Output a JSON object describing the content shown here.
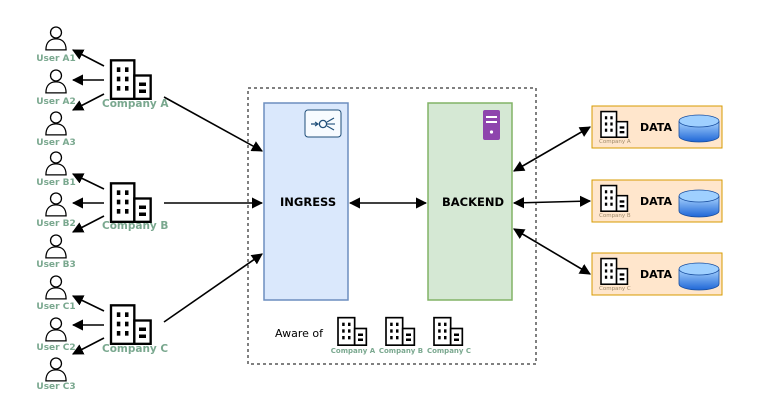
{
  "users": [
    {
      "label": "User A1"
    },
    {
      "label": "User A2"
    },
    {
      "label": "User A3"
    },
    {
      "label": "User B1"
    },
    {
      "label": "User B2"
    },
    {
      "label": "User B3"
    },
    {
      "label": "User C1"
    },
    {
      "label": "User C2"
    },
    {
      "label": "User C3"
    }
  ],
  "companies": [
    {
      "label": "Company A"
    },
    {
      "label": "Company B"
    },
    {
      "label": "Company C"
    }
  ],
  "ingress": {
    "label": "INGRESS"
  },
  "backend": {
    "label": "BACKEND"
  },
  "aware": {
    "label": "Aware of",
    "companies": [
      {
        "label": "Company A"
      },
      {
        "label": "Company B"
      },
      {
        "label": "Company C"
      }
    ]
  },
  "data_stores": [
    {
      "label": "DATA",
      "company": "Company A"
    },
    {
      "label": "DATA",
      "company": "Company B"
    },
    {
      "label": "DATA",
      "company": "Company C"
    }
  ],
  "colors": {
    "ingress_fill": "#dae8fc",
    "ingress_stroke": "#6c8ebf",
    "backend_fill": "#d5e8d4",
    "backend_stroke": "#82b366",
    "data_fill": "#ffe6cc",
    "data_stroke": "#d79b00",
    "label_green": "#7aa88f"
  }
}
